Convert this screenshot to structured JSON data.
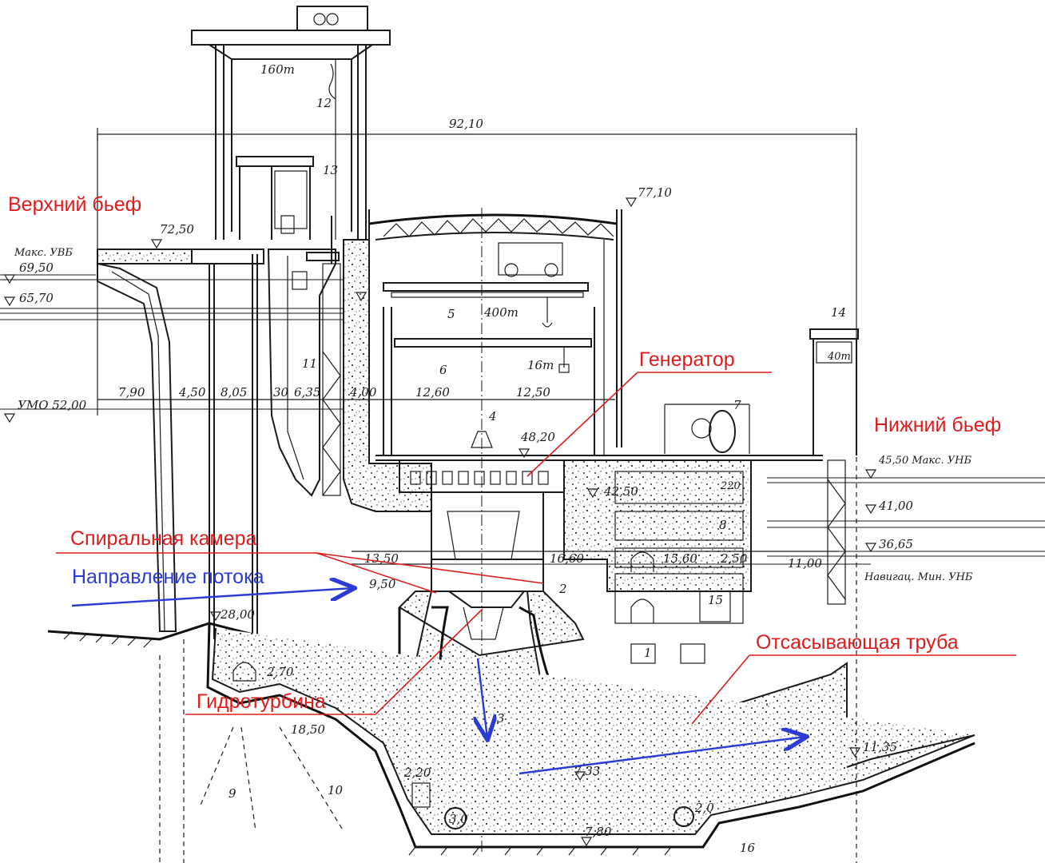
{
  "labels_ru": {
    "upper_pool": "Верхний бьеф",
    "lower_pool": "Нижний бьеф",
    "generator": "Генератор",
    "spiral_chamber": "Спиральная камера",
    "flow_direction": "Направление потока",
    "turbine": "Гидротурбина",
    "draft_tube": "Отсасывающая труба"
  },
  "dimensions": {
    "overall_width": "92,10",
    "crest": "72,50",
    "max_upper": "Макс. УВБ",
    "max_upper_val": "69,50",
    "upper_2": "65,70",
    "dead_level": "УМО 52,00",
    "roof": "77,10",
    "gen_floor": "48,20",
    "tail_deck": "45,50 Макс. УНБ",
    "lower_41": "41,00",
    "lower_3665": "36,65",
    "nav_min": "Навигац. Мин. УНБ",
    "floor_4250": "42,50",
    "spiral": "9,50",
    "intake_floor": "28,00",
    "tail_exit": "11,35",
    "bottom_733": "7,33",
    "bottom_780": "7,80",
    "w_790": "7,90",
    "w_450": "4,50",
    "w_805": "8,05",
    "w_30": "30",
    "w_635": "6,35",
    "w_400": "4,00",
    "w_1260": "12,60",
    "w_1250": "12,50",
    "w_1350": "13,50",
    "w_1660": "16,60",
    "w_1560": "15,60",
    "w_250": "2,50",
    "w_1100": "11,00",
    "w_220": "220",
    "gallery_270": "2,70",
    "gallery_220": "2,20",
    "gallery_30": "3,0",
    "gallery_20": "2,0",
    "pile_1850": "18,50"
  },
  "cranes": {
    "gantry": "160т",
    "hall": "400т",
    "hall_aux": "16т",
    "tail": "40т"
  },
  "markers": {
    "m1": "1",
    "m2": "2",
    "m3": "3",
    "m4": "4",
    "m5": "5",
    "m6": "6",
    "m7": "7",
    "m8": "8",
    "m9": "9",
    "m10": "10",
    "m11": "11",
    "m12": "12",
    "m13": "13",
    "m14": "14",
    "m15": "15",
    "m16": "16"
  },
  "colors": {
    "annotation_red": "#e01b1b",
    "annotation_blue": "#2a3bd6",
    "ink": "#1a1a1a"
  }
}
